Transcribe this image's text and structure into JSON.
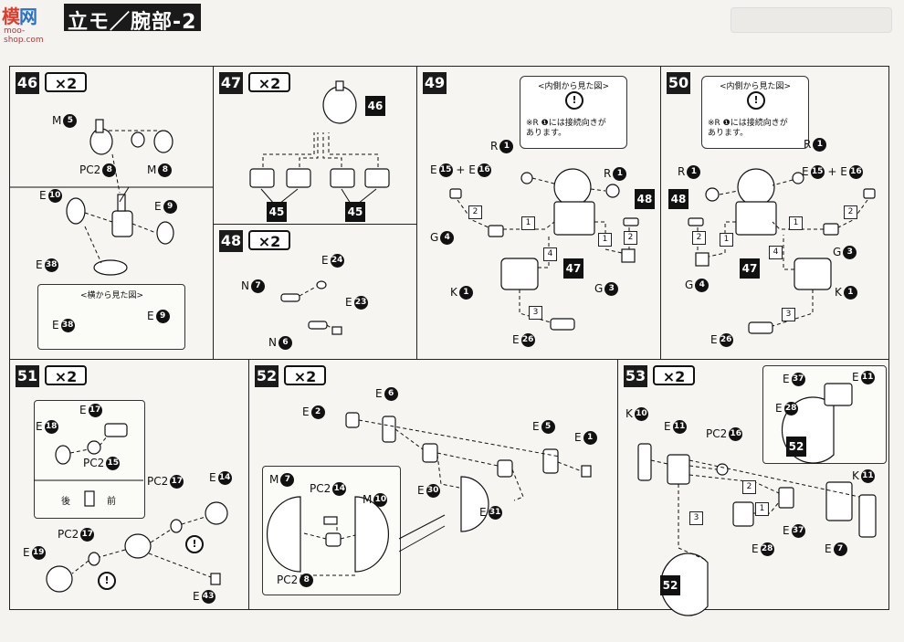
{
  "header": {
    "title": "立モ／腕部-2",
    "watermark_a": "模",
    "watermark_b": "网",
    "watermark_url": "moo-shop.com"
  },
  "panels": [
    {
      "step": "46",
      "mult": "×2"
    },
    {
      "step": "47",
      "mult": "×2"
    },
    {
      "step": "48",
      "mult": "×2"
    },
    {
      "step": "49",
      "mult": ""
    },
    {
      "step": "50",
      "mult": ""
    },
    {
      "step": "51",
      "mult": "×2"
    },
    {
      "step": "52",
      "mult": "×2"
    },
    {
      "step": "53",
      "mult": "×2"
    }
  ],
  "labels": {
    "p46": {
      "m5": "M",
      "m5n": "5",
      "pc2_8": "PC2",
      "pc2_8n": "8",
      "m8": "M",
      "m8n": "8",
      "e10": "E",
      "e10n": "10",
      "e9": "E",
      "e9n": "9",
      "e38": "E",
      "e38n": "38",
      "side_view": "<横から見た図>",
      "sv_e38": "E",
      "sv_e38n": "38",
      "sv_e9": "E",
      "sv_e9n": "9"
    },
    "p47": {
      "sq46": "46",
      "sq45a": "45",
      "sq45b": "45"
    },
    "p48": {
      "e24": "E",
      "e24n": "24",
      "n7": "N",
      "n7n": "7",
      "e23": "E",
      "e23n": "23",
      "n6": "N",
      "n6n": "6"
    },
    "p49": {
      "note_title": "<内側から見た図>",
      "note_text1": "※R ❶には接続向きが",
      "note_text2": "あります。",
      "r1a": "R",
      "r1an": "1",
      "r1b": "R",
      "r1bn": "1",
      "e15": "E",
      "e15n": "15",
      "plus": "+ E",
      "e16n": "16",
      "g4": "G",
      "g4n": "4",
      "k1": "K",
      "k1n": "1",
      "g3": "G",
      "g3n": "3",
      "e26": "E",
      "e26n": "26",
      "sq48": "48",
      "sq47": "47",
      "b1": "1",
      "b2": "2",
      "b3": "3",
      "b4": "4",
      "b1b": "1",
      "b2b": "2"
    },
    "p50": {
      "note_title": "<内側から見た図>",
      "note_text1": "※R ❶には接続向きが",
      "note_text2": "あります。",
      "r1a": "R",
      "r1an": "1",
      "r1b": "R",
      "r1bn": "1",
      "e15": "E",
      "e15n": "15",
      "plus": "+ E",
      "e16n": "16",
      "g4": "G",
      "g4n": "4",
      "k1": "K",
      "k1n": "1",
      "g3": "G",
      "g3n": "3",
      "e26": "E",
      "e26n": "26",
      "sq48": "48",
      "sq47": "47",
      "b1": "1",
      "b2": "2",
      "b3": "3",
      "b4": "4",
      "b1b": "1",
      "b2b": "2"
    },
    "p51": {
      "e17": "E",
      "e17n": "17",
      "e18": "E",
      "e18n": "18",
      "pc2_15": "PC2",
      "pc2_15n": "15",
      "back": "後",
      "front": "前",
      "pc2_17a": "PC2",
      "pc2_17an": "17",
      "e14": "E",
      "e14n": "14",
      "pc2_17b": "PC2",
      "pc2_17bn": "17",
      "e19": "E",
      "e19n": "19",
      "e43": "E",
      "e43n": "43",
      "warn": "!"
    },
    "p52": {
      "e2": "E",
      "e2n": "2",
      "e6": "E",
      "e6n": "6",
      "e5": "E",
      "e5n": "5",
      "e1": "E",
      "e1n": "1",
      "e30": "E",
      "e30n": "30",
      "e31": "E",
      "e31n": "31",
      "m7": "M",
      "m7n": "7",
      "pc2_14": "PC2",
      "pc2_14n": "14",
      "m10": "M",
      "m10n": "10",
      "pc2_8": "PC2",
      "pc2_8n": "8"
    },
    "p53": {
      "k10": "K",
      "k10n": "10",
      "e11": "E",
      "e11n": "11",
      "pc2_16": "PC2",
      "pc2_16n": "16",
      "e37": "E",
      "e37n": "37",
      "e28": "E",
      "e28n": "28",
      "k11": "K",
      "k11n": "11",
      "e7": "E",
      "e7n": "7",
      "sq52a": "52",
      "sq52b": "52",
      "i_e37": "E",
      "i_e37n": "37",
      "i_e11": "E",
      "i_e11n": "11",
      "i_e28": "E",
      "i_e28n": "28",
      "b1": "1",
      "b2": "2",
      "b3": "3"
    }
  },
  "colors": {
    "ink": "#111111",
    "paper": "#f6f5f1"
  }
}
